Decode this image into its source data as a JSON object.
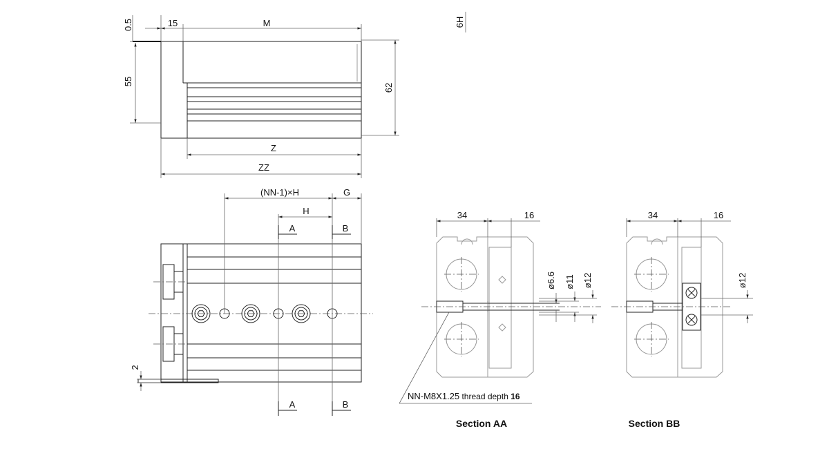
{
  "top_view": {
    "dim_0_5": "0.5",
    "dim_15": "15",
    "dim_M": "M",
    "dim_H9": "6H",
    "dim_55": "55",
    "dim_62": "62",
    "dim_Z": "Z",
    "dim_ZZ": "ZZ"
  },
  "front_view": {
    "dim_NN_H": "(NN-1)×H",
    "dim_G": "G",
    "dim_H": "H",
    "dim_2": "2",
    "section_A_top": "A",
    "section_B_top": "B",
    "section_A_bottom": "A",
    "section_B_bottom": "B"
  },
  "section_aa": {
    "dim_34": "34",
    "dim_16": "16",
    "dim_d6_6": "ø6.6",
    "dim_d11": "ø11",
    "dim_d12": "ø12",
    "note_main": "NN-M8X1.25",
    "note_mid": " thread depth ",
    "note_value": "16",
    "caption": "Section AA"
  },
  "section_bb": {
    "dim_34": "34",
    "dim_16": "16",
    "dim_d12": "ø12",
    "caption": "Section BB"
  }
}
